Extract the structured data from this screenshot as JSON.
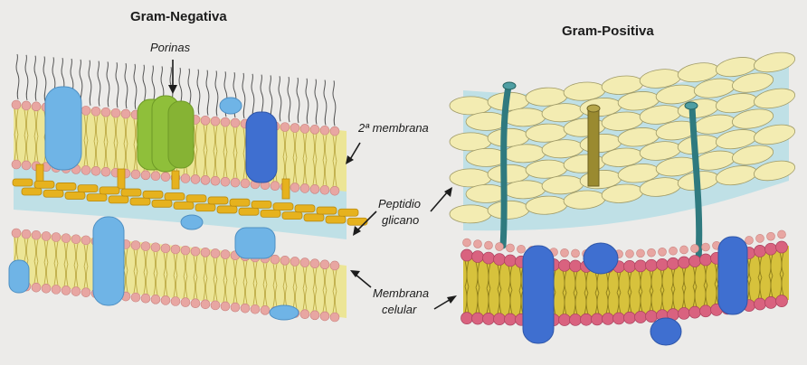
{
  "figure": {
    "left_title": "Gram-Negativa",
    "right_title": "Gram-Positiva",
    "labels": {
      "porins": "Porinas",
      "second_membrane": "2ª membrana",
      "peptidoglycan_line1": "Peptidio",
      "peptidoglycan_line2": "glicano",
      "cell_membrane_line1": "Membrana",
      "cell_membrane_line2": "celular"
    }
  },
  "colors": {
    "background": "#ecebe9",
    "lipid_head_pink": "#e8a6a2",
    "lipid_head_magenta": "#d9627f",
    "lipid_tail_yellow": "#ece596",
    "lipid_tail_gold": "#d7c23c",
    "periplasm_blue": "#bfe0e6",
    "peptidoglycan_orange": "#e6b21e",
    "peptidoglycan_cream": "#f3ecb2",
    "porin_green": "#8fbf3a",
    "protein_light_blue": "#6fb4e6",
    "protein_dark_blue": "#3f6fd0",
    "teichoic_teal": "#2f7a7f",
    "rod_olive": "#9a8a30"
  }
}
